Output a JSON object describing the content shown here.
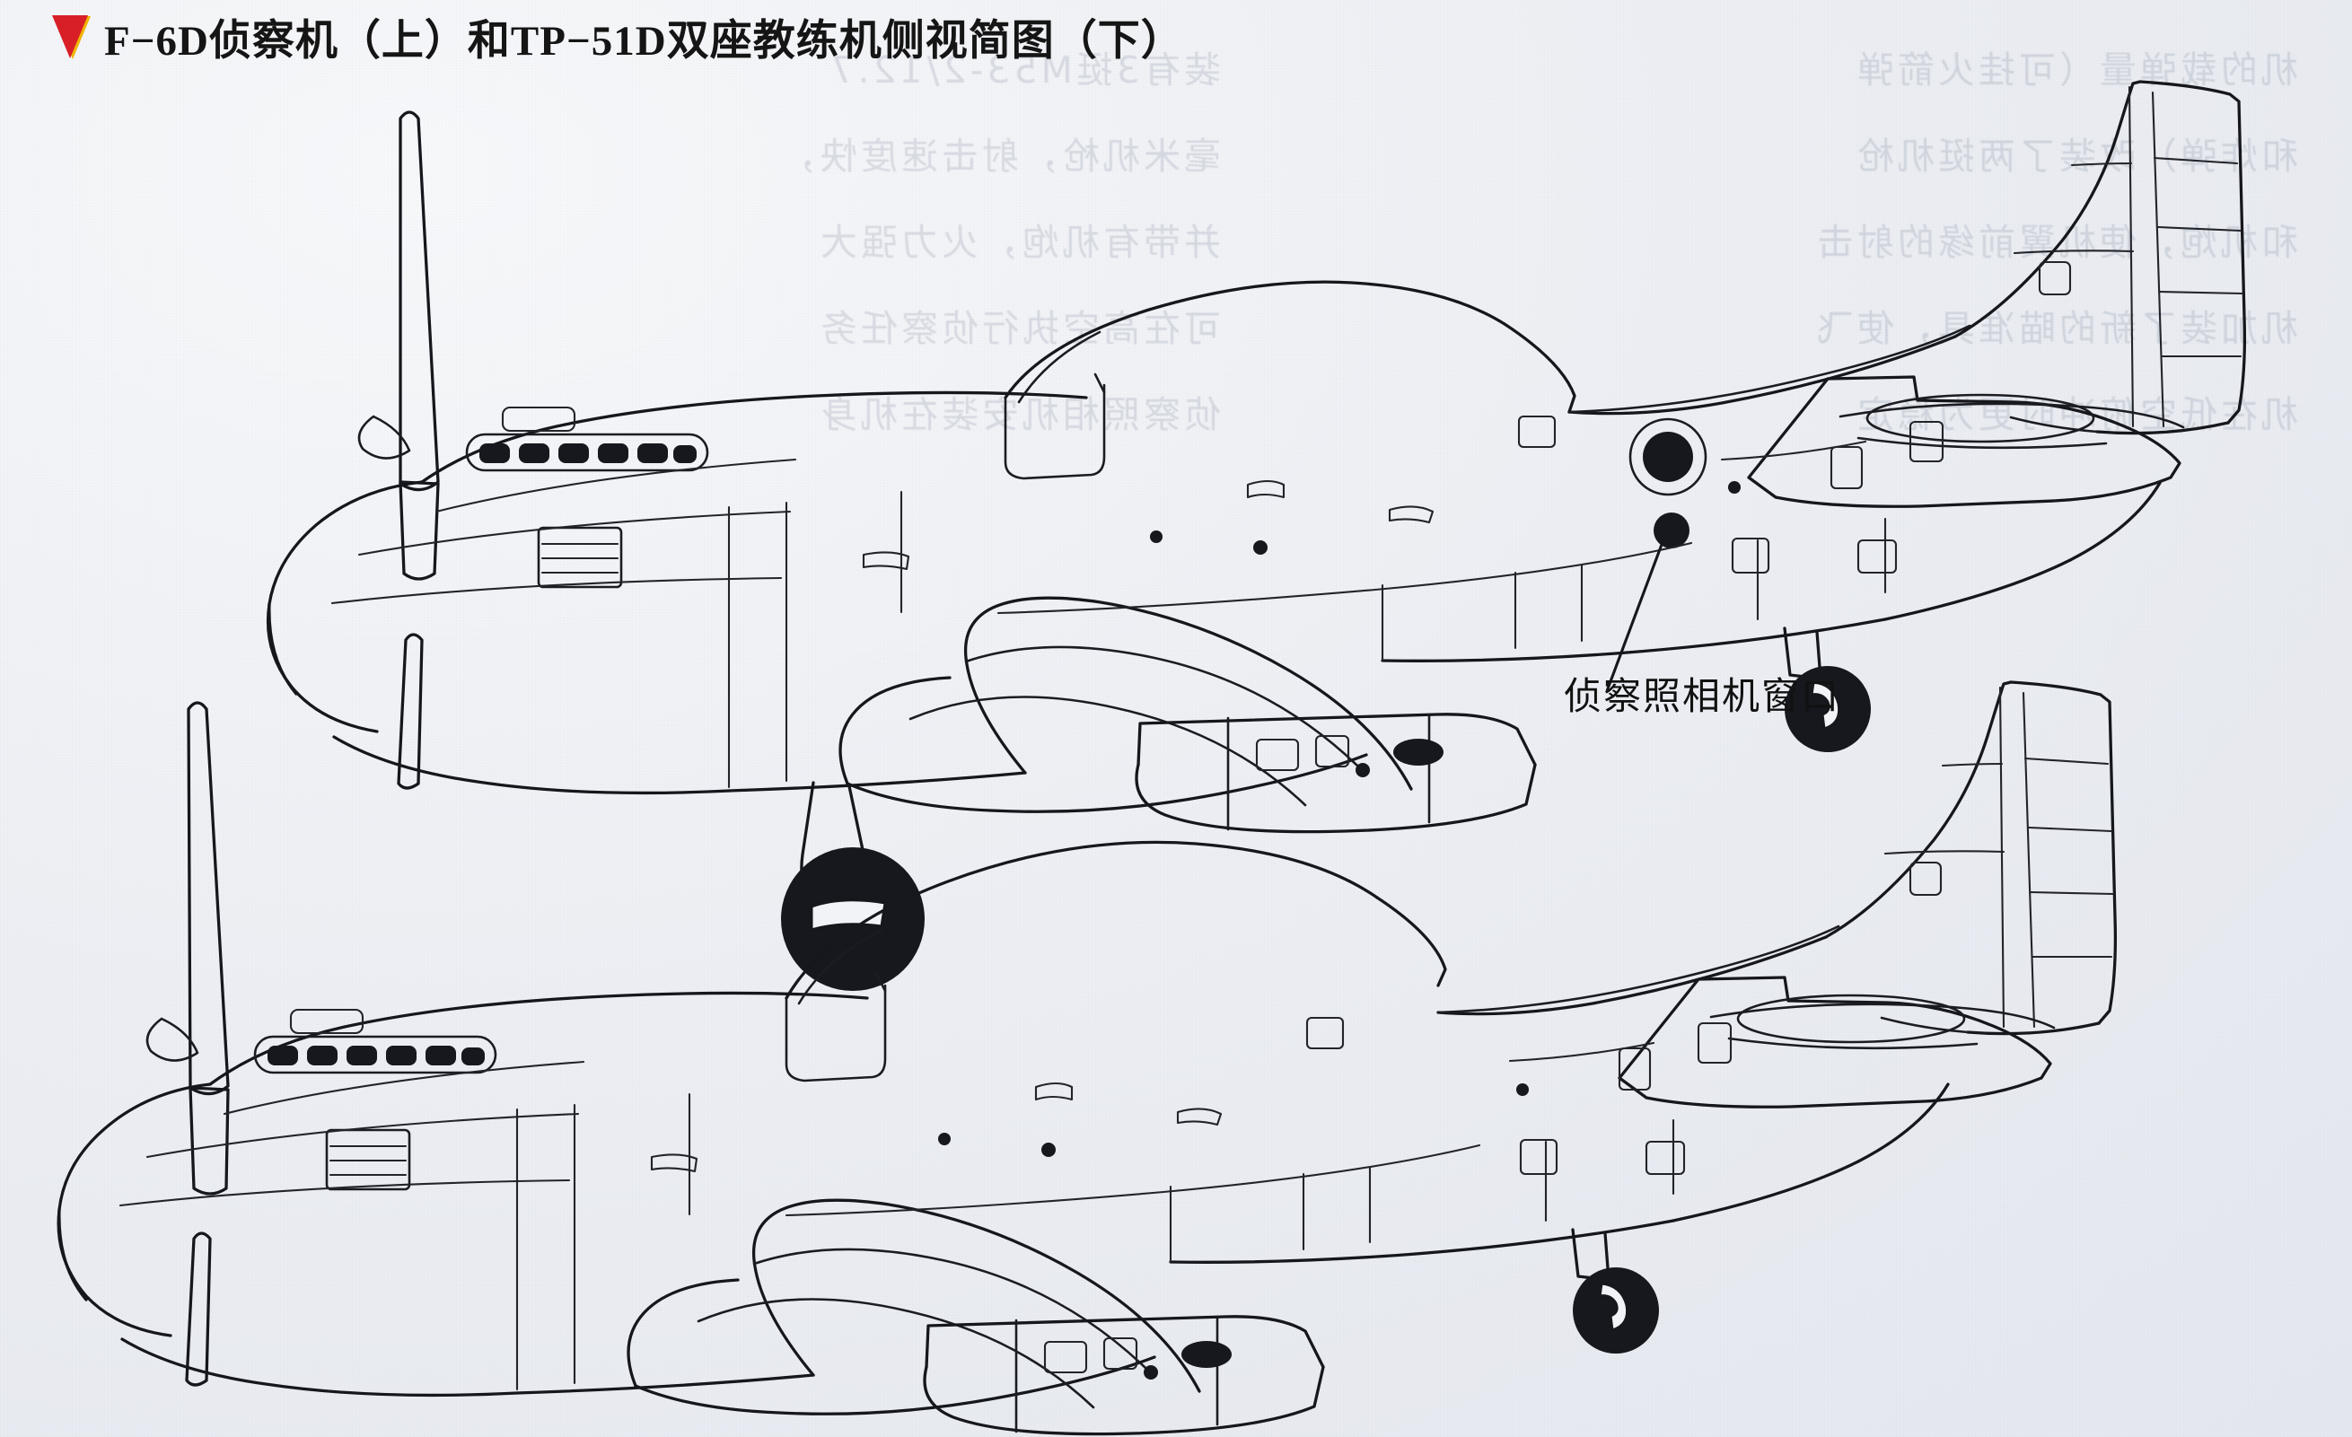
{
  "page": {
    "background_color": "#eef0f4",
    "ink_color": "#16171c"
  },
  "header": {
    "bullet_icon": "red-triangle-bullet",
    "bullet_color": "#d81f28",
    "title": "F−6D侦察机（上）和TP−51D双座教练机侧视简图（下）"
  },
  "figure": {
    "type": "technical-line-drawing",
    "subject": "aircraft side-view outline diagrams",
    "views": [
      {
        "id": "upper",
        "designation": "F-6D",
        "role_label": "侦察机",
        "position_label": "上",
        "features": [
          "four-blade propeller",
          "spinner",
          "engine cowling panel lines",
          "six exhaust stacks",
          "carburetor intake",
          "bubble canopy",
          "wing root fillet",
          "ventral radiator scoop",
          "main landing gear with wheel",
          "tail wheel",
          "vertical stabilizer with rudder hinge lines",
          "horizontal stabilizer",
          "oblique reconnaissance camera port"
        ]
      },
      {
        "id": "lower",
        "designation": "TP-51D",
        "role_label": "双座教练机",
        "position_label": "下",
        "features": [
          "four-blade propeller",
          "spinner",
          "engine cowling panel lines",
          "six exhaust stacks",
          "carburetor intake",
          "extended two-seat bubble canopy",
          "wing root fillet",
          "ventral radiator scoop",
          "retracted main gear",
          "tail wheel",
          "vertical stabilizer with rudder hinge lines",
          "horizontal stabilizer"
        ]
      }
    ]
  },
  "annotations": [
    {
      "id": "camera-window",
      "text": "侦察照相机窗口",
      "points_to": "upper-fuselage-camera-port"
    }
  ],
  "background_text": {
    "description": "faint mirrored show-through text from the reverse side of the printed page",
    "legible": false,
    "column_left": "机的载弹量（可挂火箭弹\n和炸弹）改装了两挺机枪\n和机炮，使机翼前缘的射击\n机加装了新的瞄准具，使飞\n机在低空俯冲时更为稳定",
    "column_right": "装有3挺M53-2/12.7\n毫米机枪，射击速度快，\n并带有机炮，火力强大\n可在高空执行侦察任务\n侦察照相机安装在机身"
  }
}
